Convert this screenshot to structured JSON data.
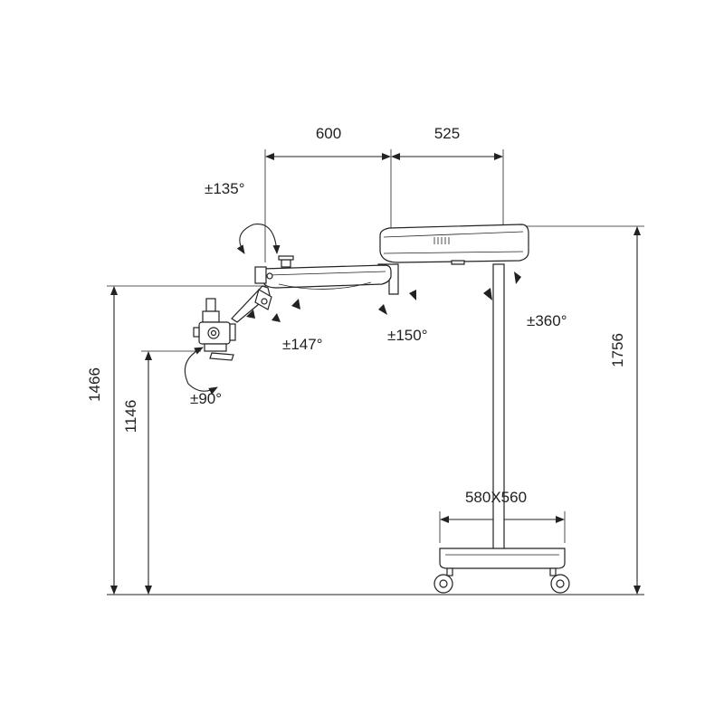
{
  "dimensions": {
    "arm_reach": "600",
    "head_offset": "525",
    "total_height": "1756",
    "pivot_height": "1466",
    "optics_height": "1146",
    "base_size": "580X560"
  },
  "rotations": {
    "top_joint": "±135°",
    "arm_joint": "±147°",
    "head_joint": "±150°",
    "column_joint": "±360°",
    "optics_tilt": "±90°"
  }
}
